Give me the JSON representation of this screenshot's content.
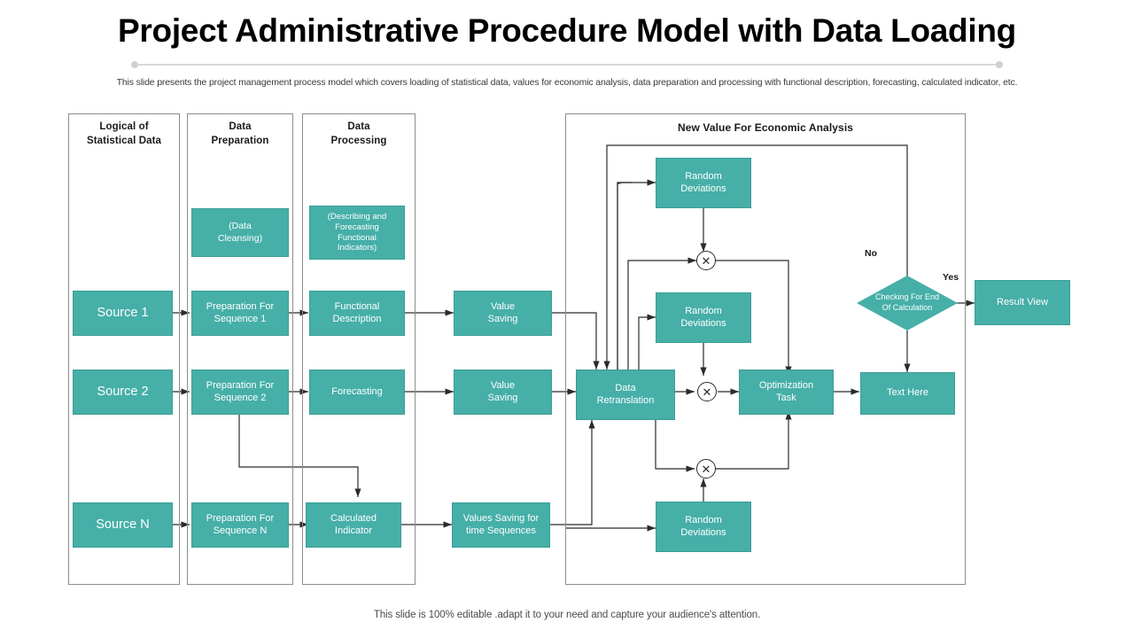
{
  "slide": {
    "title": "Project Administrative Procedure Model with Data Loading",
    "subtitle": "This slide presents the project management process model which covers loading of statistical data, values for economic analysis, data preparation and processing with functional description, forecasting, calculated indicator, etc.",
    "footer": "This slide is 100% editable .adapt it to your need and capture your audience's attention.",
    "accent_color": "#46AFA8",
    "line_color": "#2b2b2b",
    "lane_border_color": "#8d8d8d"
  },
  "lanes": [
    {
      "id": "lane-logical",
      "title": "Logical of\nStatistical Data"
    },
    {
      "id": "lane-preparation",
      "title": "Data\nPreparation"
    },
    {
      "id": "lane-processing",
      "title": "Data\nProcessing"
    },
    {
      "id": "lane-economic",
      "title": "New Value For Economic Analysis"
    }
  ],
  "nodes": {
    "source_1": "Source 1",
    "source_2": "Source 2",
    "source_n": "Source N",
    "data_cleansing": "(Data\nCleansing)",
    "prep_seq_1": "Preparation For\nSequence 1",
    "prep_seq_2": "Preparation For\nSequence 2",
    "prep_seq_n": "Preparation For\nSequence N",
    "describing_forecasting": "(Describing and\nForecasting\nFunctional\nIndicators)",
    "functional_description": "Functional\nDescription",
    "forecasting": "Forecasting",
    "calculated_indicator": "Calculated\nIndicator",
    "value_saving_1": "Value\nSaving",
    "value_saving_2": "Value\nSaving",
    "values_saving_time": "Values Saving for\ntime Sequences",
    "random_deviations_1": "Random\nDeviations",
    "random_deviations_2": "Random\nDeviations",
    "random_deviations_3": "Random\nDeviations",
    "data_retranslation": "Data\nRetranslation",
    "optimization_task": "Optimization\nTask",
    "text_here": "Text Here",
    "checking_for_end": "Checking For End\nOf Calculation",
    "result_view": "Result View"
  },
  "edge_labels": {
    "no": "No",
    "yes": "Yes"
  },
  "junctions": {
    "multiply_symbol": "✕"
  }
}
